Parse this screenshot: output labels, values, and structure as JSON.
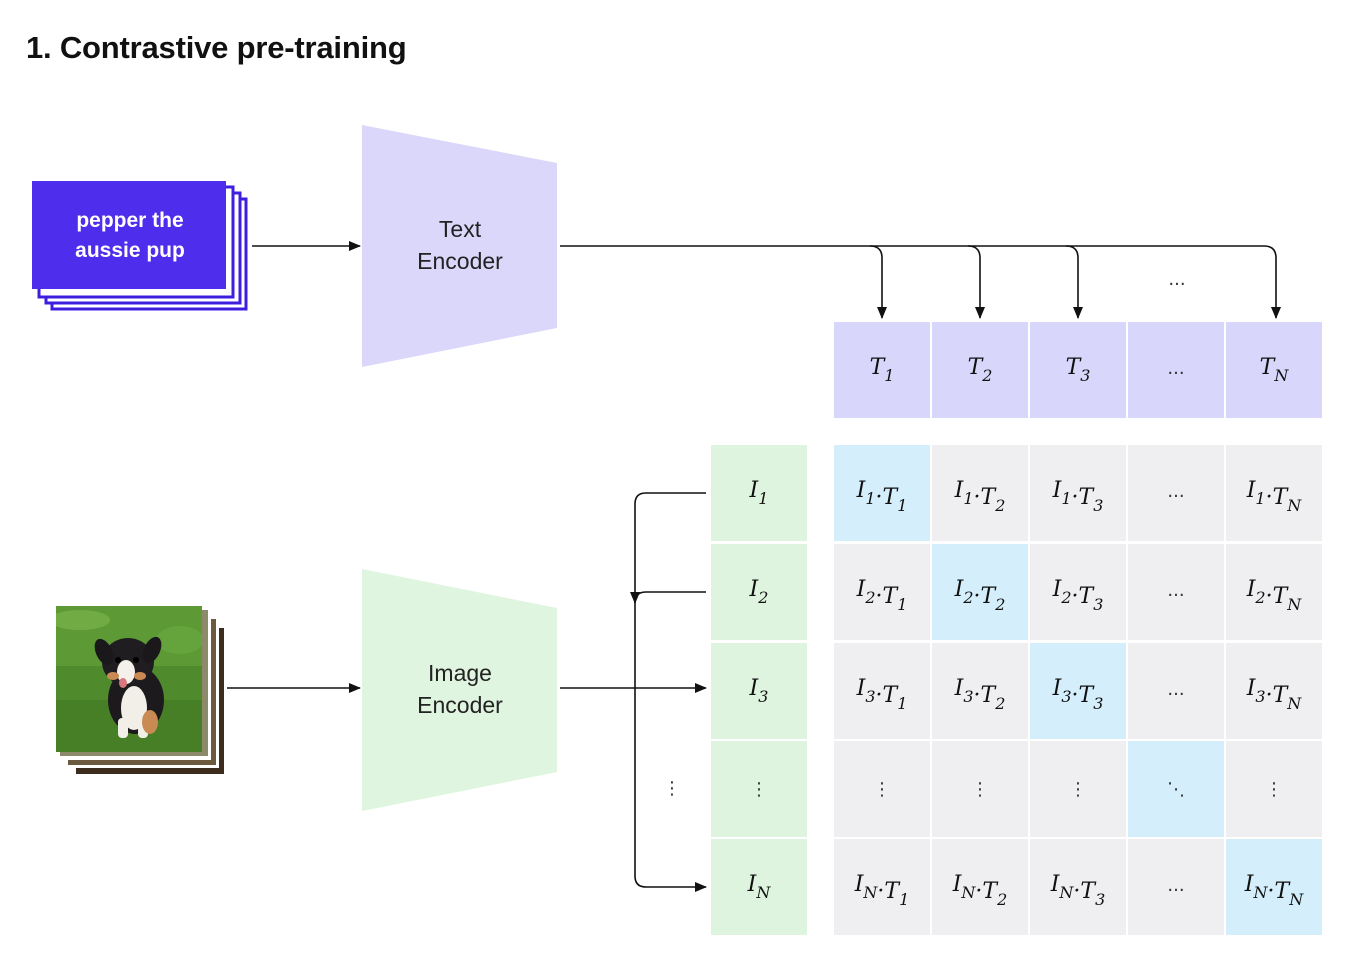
{
  "title": "1. Contrastive pre-training",
  "caption_card": {
    "line1": "pepper the",
    "line2": "aussie pup"
  },
  "text_encoder": {
    "line1": "Text",
    "line2": "Encoder"
  },
  "image_encoder": {
    "line1": "Image",
    "line2": "Encoder"
  },
  "arrow_ellipsis": "...",
  "text_embeddings": [
    {
      "base": "T",
      "sub": "1"
    },
    {
      "base": "T",
      "sub": "2"
    },
    {
      "base": "T",
      "sub": "3"
    },
    {
      "base": "...",
      "sub": ""
    },
    {
      "base": "T",
      "sub": "N"
    }
  ],
  "image_embeddings": [
    {
      "base": "I",
      "sub": "1"
    },
    {
      "base": "I",
      "sub": "2"
    },
    {
      "base": "I",
      "sub": "3"
    },
    {
      "base": "⋮",
      "sub": ""
    },
    {
      "base": "I",
      "sub": "N"
    }
  ],
  "left_ellipsis": "⋮",
  "colors": {
    "caption_fill": "#4f2dec",
    "caption_border": "#3d1fe0",
    "text_encoder": "#dad7fb",
    "image_encoder": "#e0f5e0",
    "text_cell": "#d8d6fa",
    "image_cell": "#dff4df",
    "matrix_cell": "#efeff1",
    "diagonal_cell": "#d4effb"
  }
}
